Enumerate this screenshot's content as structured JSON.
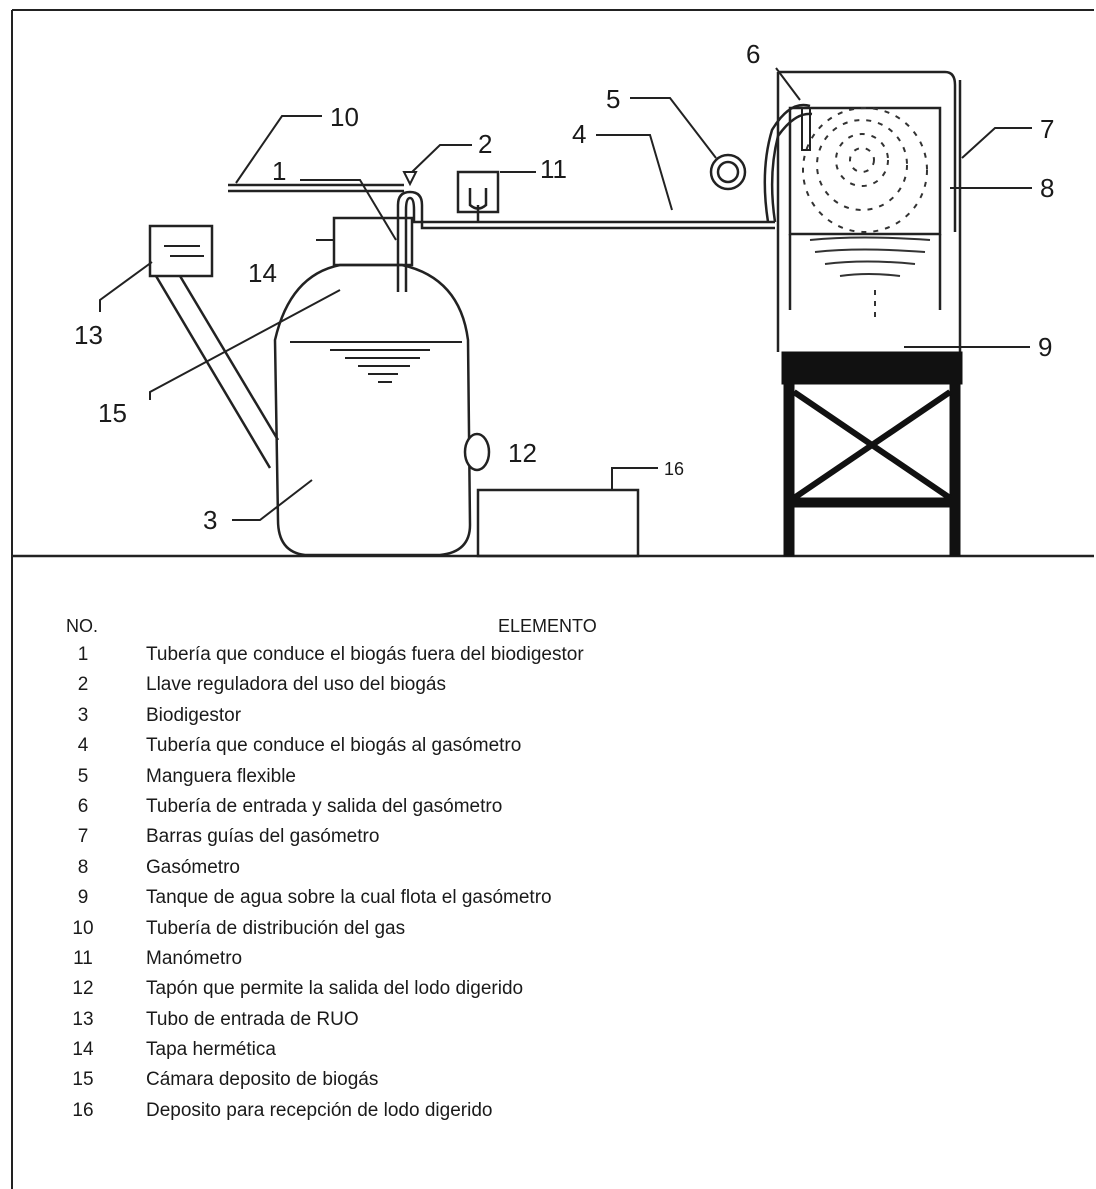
{
  "callouts": {
    "c1": "1",
    "c2": "2",
    "c3": "3",
    "c4": "4",
    "c5": "5",
    "c6": "6",
    "c7": "7",
    "c8": "8",
    "c9": "9",
    "c10": "10",
    "c11": "11",
    "c12": "12",
    "c13": "13",
    "c14": "14",
    "c15": "15",
    "c16": "16"
  },
  "legend": {
    "no_header": "NO.",
    "element_header": "ELEMENTO",
    "items": [
      {
        "no": "1",
        "text": "Tubería que conduce el biogás fuera del biodigestor"
      },
      {
        "no": "2",
        "text": "Llave reguladora del uso del biogás"
      },
      {
        "no": "3",
        "text": "Biodigestor"
      },
      {
        "no": "4",
        "text": "Tubería que conduce el biogás al gasómetro"
      },
      {
        "no": "5",
        "text": "Manguera flexible"
      },
      {
        "no": "6",
        "text": "Tubería de entrada y salida del gasómetro"
      },
      {
        "no": "7",
        "text": "Barras guías del gasómetro"
      },
      {
        "no": "8",
        "text": "Gasómetro"
      },
      {
        "no": "9",
        "text": "Tanque de agua sobre la cual flota el gasómetro"
      },
      {
        "no": "10",
        "text": "Tubería de distribución del gas"
      },
      {
        "no": "11",
        "text": "Manómetro"
      },
      {
        "no": "12",
        "text": "Tapón que permite la salida del lodo digerido"
      },
      {
        "no": "13",
        "text": "Tubo de entrada de RUO"
      },
      {
        "no": "14",
        "text": "Tapa hermética"
      },
      {
        "no": "15",
        "text": "Cámara deposito de biogás"
      },
      {
        "no": "16",
        "text": "Deposito para recepción de lodo digerido"
      }
    ]
  }
}
